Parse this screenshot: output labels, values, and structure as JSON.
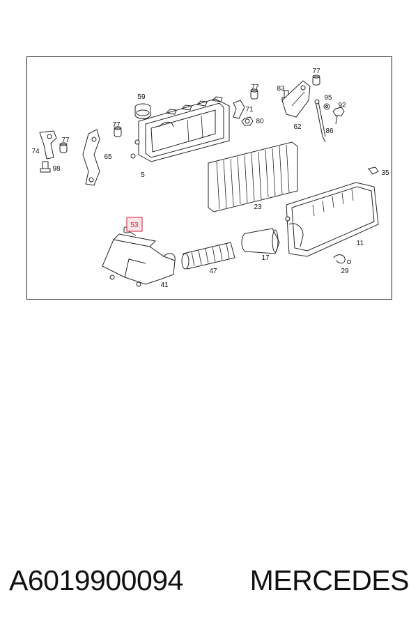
{
  "diagram": {
    "highlighted_label": "53",
    "labels": {
      "l59": "59",
      "l77a": "77",
      "l77b": "77",
      "l77c": "77",
      "l77d": "77",
      "l83": "83",
      "l95": "95",
      "l92": "92",
      "l71": "71",
      "l80": "80",
      "l62": "62",
      "l86": "86",
      "l74": "74",
      "l98": "98",
      "l65": "65",
      "l5": "5",
      "l35": "35",
      "l23": "23",
      "l11": "11",
      "l17": "17",
      "l47": "47",
      "l41": "41",
      "l29": "29"
    },
    "colors": {
      "highlight": "#d0223a",
      "highlight_bg": "#fbe3e6",
      "line": "#222222"
    }
  },
  "caption": {
    "part_number": "A6019900094",
    "brand": "MERCEDES"
  }
}
